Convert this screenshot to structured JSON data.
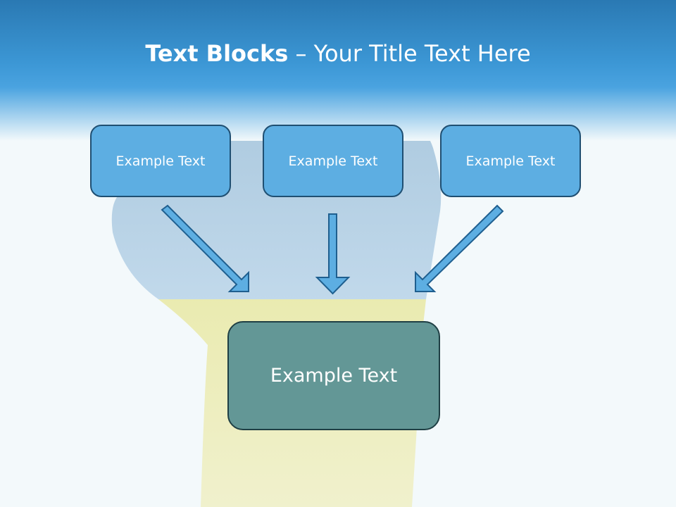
{
  "title": {
    "bold": "Text Blocks",
    "dash": " – ",
    "rest": "Your Title Text Here"
  },
  "top_boxes": [
    {
      "label": "Example Text"
    },
    {
      "label": "Example Text"
    },
    {
      "label": "Example Text"
    }
  ],
  "bottom_box": {
    "label": "Example Text"
  },
  "colors": {
    "header_blue": "#3c97d5",
    "box_blue": "#5daee2",
    "box_teal": "#639796",
    "arrow_fill": "#5daee2",
    "arrow_stroke": "#1f5f8f"
  }
}
